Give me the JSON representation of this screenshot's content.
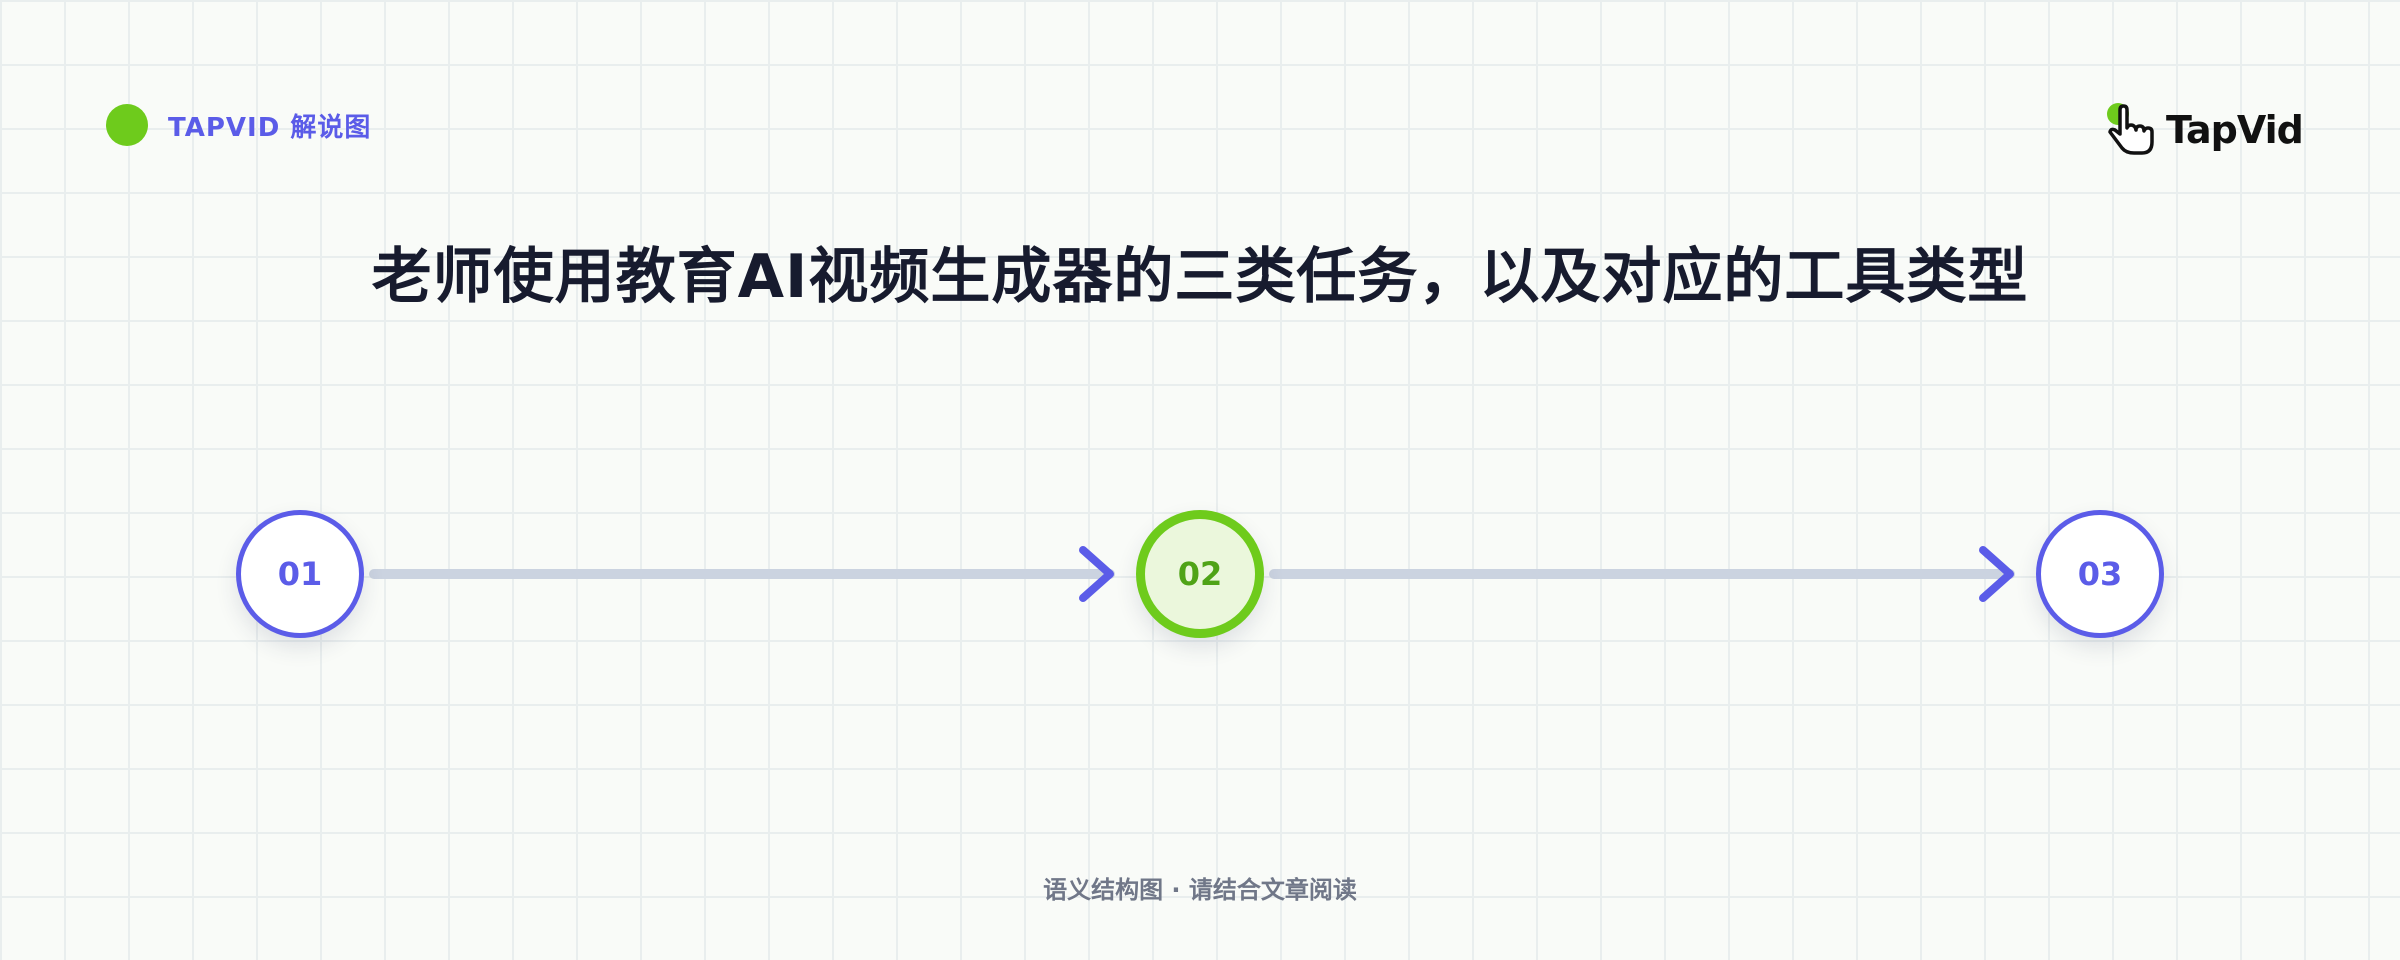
{
  "brand": {
    "tag": "TAPVID 解说图",
    "logo_name": "TapVid"
  },
  "title": "老师使用教育AI视频生成器的三类任务，以及对应的工具类型",
  "steps": [
    {
      "label": "01",
      "state": "normal"
    },
    {
      "label": "02",
      "state": "active"
    },
    {
      "label": "03",
      "state": "normal"
    }
  ],
  "footer": "语义结构图 · 请结合文章阅读",
  "colors": {
    "accent": "#5b5ce8",
    "highlight": "#6ecb1c",
    "connector": "#cbd3e0",
    "title": "#171b2e"
  }
}
